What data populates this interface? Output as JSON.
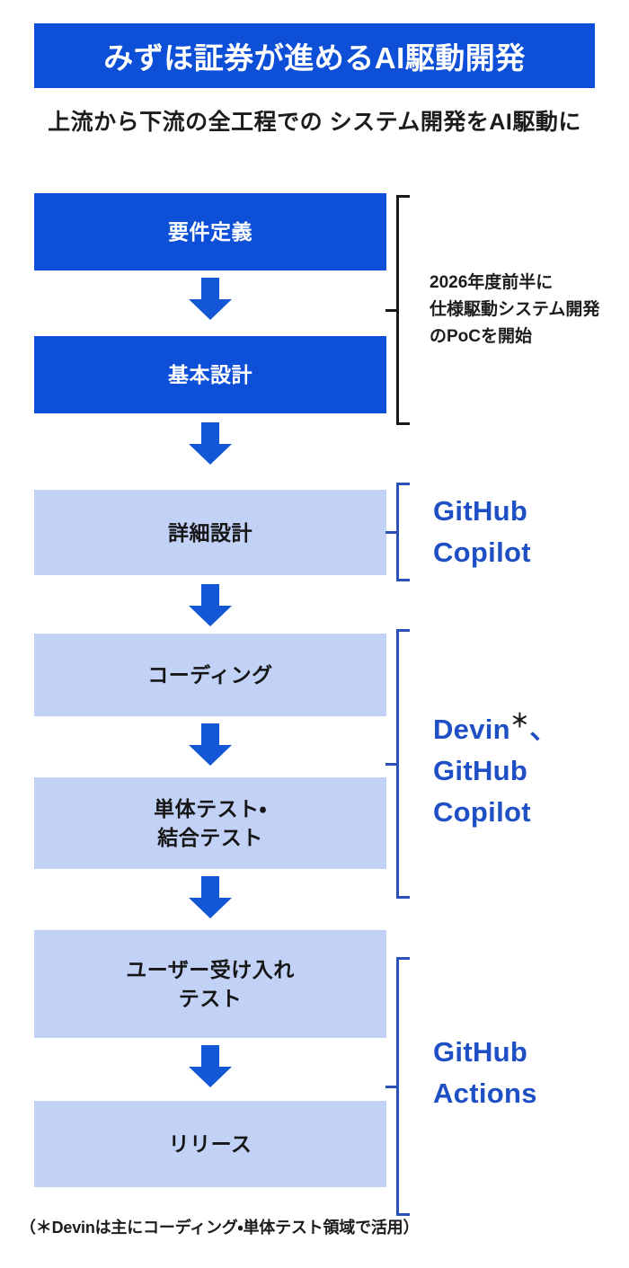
{
  "title": {
    "text": "みずほ証券が進めるAI駆動開発",
    "background_color": "#0d4fd6",
    "text_color": "#ffffff"
  },
  "subtitle": {
    "text": "上流から下流の全工程での\nシステム開発をAI駆動に"
  },
  "colors": {
    "dark_blue": "#0d4fd6",
    "light_blue": "#c2d2f7",
    "arrow_blue": "#1356d6",
    "tool_text_blue": "#1f4fc4",
    "bracket_black": "#1a1a1a",
    "bracket_blue": "#2a51b8",
    "page_background": "#ffffff"
  },
  "flow": {
    "steps": [
      {
        "label": "要件定義",
        "style": "dark"
      },
      {
        "label": "基本設計",
        "style": "dark"
      },
      {
        "label": "詳細設計",
        "style": "light"
      },
      {
        "label": "コーディング",
        "style": "light"
      },
      {
        "label": "単体テスト・\n結合テスト",
        "style": "light"
      },
      {
        "label": "ユーザー受け入れ\nテスト",
        "style": "light"
      },
      {
        "label": "リリース",
        "style": "light"
      }
    ],
    "arrows": 6,
    "arrow_icon": "down-arrow-icon"
  },
  "annotations": [
    {
      "kind": "note",
      "text": "2026年度前半に\n仕様駆動システム開発\nのPoCを開始",
      "bracket": "black",
      "covers": [
        "要件定義",
        "基本設計"
      ]
    },
    {
      "kind": "tool",
      "text": "GitHub\nCopilot",
      "bracket": "blue",
      "covers": [
        "詳細設計"
      ]
    },
    {
      "kind": "tool",
      "name_line": "Devin",
      "footnote_marker": "＊",
      "suffix": "、",
      "rest": "GitHub\nCopilot",
      "bracket": "blue",
      "covers": [
        "コーディング",
        "単体テスト・結合テスト"
      ]
    },
    {
      "kind": "tool",
      "text": "GitHub\nActions",
      "bracket": "blue",
      "covers": [
        "ユーザー受け入れテスト",
        "リリース"
      ]
    }
  ],
  "footnote": {
    "text": "（＊Devinは主にコーディング・単体テスト領域で活用）"
  }
}
